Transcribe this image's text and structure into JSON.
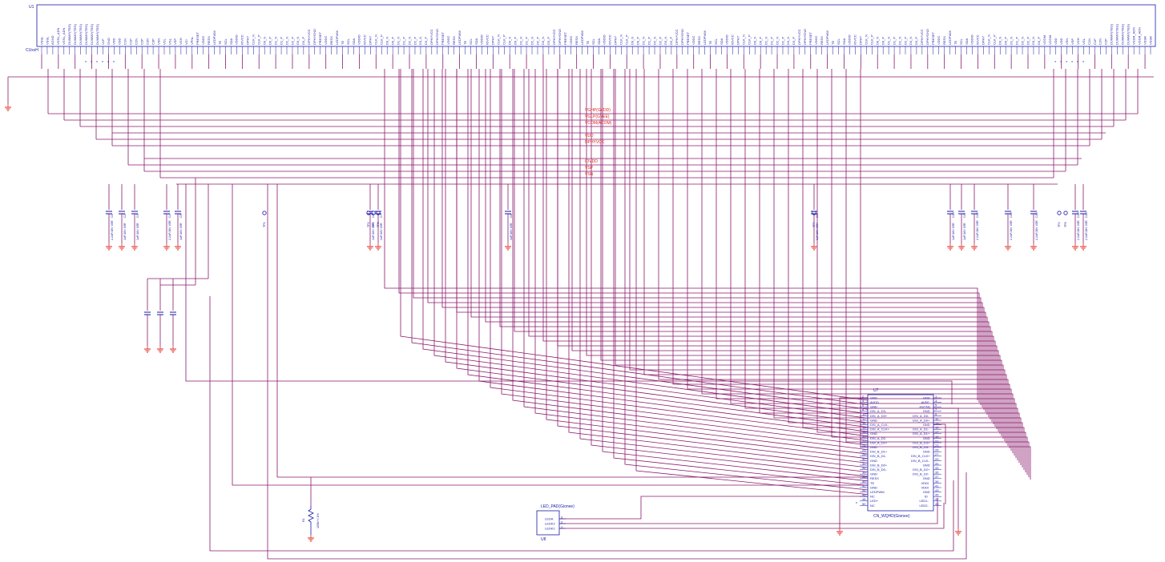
{
  "u1": {
    "refdes": "U1",
    "connector_label": "CUxxH",
    "pins_left": [
      "VSSL",
      "VSSL",
      "AGND",
      "VGSL_ADN",
      "VGSL_ADN",
      "DUMMY(TEG)",
      "DUMMY(TEG)",
      "DUMMY(TEG)",
      "DUMMY(TEG)",
      "DUMMY(TEG)",
      "DUMMY(TEG)",
      "VLP",
      "GND",
      "VDD",
      "VDD",
      "C1N",
      "C1P",
      "C2N",
      "C2P",
      "C3N",
      "C3P",
      "VSN",
      "VCL",
      "VGL",
      "VSP",
      "VGH",
      "VCI",
      "VPNL"
    ],
    "pins_mid": [
      "PRESET",
      "VDDC",
      "RESX",
      "LEDPWM",
      "TE",
      "SCL",
      "SDA",
      "VDDIO",
      "IOVCC",
      "DPHY",
      "CLK_N",
      "CLK_P",
      "D0_N",
      "D0_P",
      "D1_N",
      "D1_P",
      "D2_N",
      "D2_P",
      "D3_N",
      "D3_P",
      "DPHYVCC",
      "DPHYGND"
    ],
    "pins_right": [
      "VCOM",
      "VCOM",
      "VDD",
      "VDD",
      "VSN",
      "VSP",
      "VGH",
      "VGL",
      "C1N",
      "C1P",
      "C2N",
      "C2P",
      "DUMMY(TEG)",
      "DUMMY(TEG)",
      "DUMMY(TEG)",
      "DUMMY(TEG)",
      "VGSR_ADN",
      "VGSR_ADN",
      "VSSR",
      "VSSR"
    ]
  },
  "nets": [
    "VGHP(GVDD)",
    "VGLP(GVEE)",
    "VCOM(ACOM)",
    "VDD",
    "DPHYVCC",
    "IOVDD",
    "VSP",
    "VSN"
  ],
  "caps": [
    {
      "ref": "C1",
      "val": "2.2uF/16V X5R"
    },
    {
      "ref": "C2",
      "val": "1uF/16V X5R"
    },
    {
      "ref": "C3",
      "val": "1uF/16V X5R"
    },
    {
      "ref": "C4",
      "val": "2.2uF/16V X5R"
    },
    {
      "ref": "C5",
      "val": "1uF/16V X5R"
    },
    {
      "ref": "C6",
      "val": "1uF/16V X5R"
    },
    {
      "ref": "C7",
      "val": "1uF/16V X5R"
    },
    {
      "ref": "C8",
      "val": "1uF/16V X5R"
    },
    {
      "ref": "C9",
      "val": "1uF/16V X5R"
    },
    {
      "ref": "C10",
      "val": "1uF/16V X5R"
    },
    {
      "ref": "C11",
      "val": "1uF/16V X5R"
    },
    {
      "ref": "C12",
      "val": "2.2uF/16V X5R"
    },
    {
      "ref": "C13",
      "val": "2.2uF/16V X5R"
    },
    {
      "ref": "C14",
      "val": "2.2uF/16V X5R"
    },
    {
      "ref": "C15",
      "val": "2.2uF/16V X5R"
    },
    {
      "ref": "C16",
      "val": "2.2uF/16V X5R"
    }
  ],
  "testpoints": [
    "TP1",
    "TP2",
    "TP3",
    "TP4",
    "TP5",
    "TP6",
    "TP7"
  ],
  "u7": {
    "refdes": "U7",
    "name": "CN_WQHD(Gionee)",
    "left_pins": [
      {
        "num": "2",
        "name": "GND"
      },
      {
        "num": "4",
        "name": "AVDD"
      },
      {
        "num": "6",
        "name": "GND"
      },
      {
        "num": "8",
        "name": "DSI_A_D3-"
      },
      {
        "num": "10",
        "name": "DSI_A_D3+"
      },
      {
        "num": "12",
        "name": "GND"
      },
      {
        "num": "14",
        "name": "DSI_A_CLK-"
      },
      {
        "num": "16",
        "name": "DSI_A_CLK+"
      },
      {
        "num": "18",
        "name": "GND"
      },
      {
        "num": "20",
        "name": "DSI_A_D2-"
      },
      {
        "num": "22",
        "name": "DSI_A_D2+"
      },
      {
        "num": "24",
        "name": "GND"
      },
      {
        "num": "26",
        "name": "DSI_B_D1+"
      },
      {
        "num": "28",
        "name": "DSI_B_D1-"
      },
      {
        "num": "30",
        "name": "GND"
      },
      {
        "num": "32",
        "name": "DSI_B_D0+"
      },
      {
        "num": "34",
        "name": "DSI_B_D0-"
      },
      {
        "num": "36",
        "name": "GND"
      },
      {
        "num": "38",
        "name": "RESX"
      },
      {
        "num": "40",
        "name": "TE"
      },
      {
        "num": "42",
        "name": "GND"
      },
      {
        "num": "44",
        "name": "LEDPWM"
      },
      {
        "num": "46",
        "name": "NC"
      },
      {
        "num": "48",
        "name": "LED+"
      },
      {
        "num": "50",
        "name": "NC"
      }
    ],
    "right_pins": [
      {
        "num": "1",
        "name": "GND"
      },
      {
        "num": "3",
        "name": "AVEE"
      },
      {
        "num": "5",
        "name": "HSYNC"
      },
      {
        "num": "7",
        "name": "GND"
      },
      {
        "num": "9",
        "name": "DSI_A_D0-"
      },
      {
        "num": "11",
        "name": "DSI_A_D0+"
      },
      {
        "num": "13",
        "name": "GND"
      },
      {
        "num": "15",
        "name": "DSI_A_D1-"
      },
      {
        "num": "17",
        "name": "DSI_A_D1+"
      },
      {
        "num": "19",
        "name": "GND"
      },
      {
        "num": "21",
        "name": "DSI_B_D3+"
      },
      {
        "num": "23",
        "name": "DSI_B_D3-"
      },
      {
        "num": "25",
        "name": "GND"
      },
      {
        "num": "27",
        "name": "DSI_B_CLK+"
      },
      {
        "num": "29",
        "name": "DSI_B_CLK-"
      },
      {
        "num": "31",
        "name": "GND"
      },
      {
        "num": "33",
        "name": "DSI_B_D2+"
      },
      {
        "num": "35",
        "name": "DSI_B_D2-"
      },
      {
        "num": "37",
        "name": "GND"
      },
      {
        "num": "39",
        "name": "VDDI"
      },
      {
        "num": "41",
        "name": "VDDI"
      },
      {
        "num": "43",
        "name": "GND"
      },
      {
        "num": "45",
        "name": "ID"
      },
      {
        "num": "47",
        "name": "LED1-"
      },
      {
        "num": "49",
        "name": "LED2-"
      }
    ]
  },
  "u8": {
    "refdes": "U8",
    "name": "LED_PAD(Gionee)",
    "pins": [
      {
        "num": "3",
        "name": "LEDA"
      },
      {
        "num": "2",
        "name": "LEDK2"
      },
      {
        "num": "1",
        "name": "LEDK1"
      }
    ]
  },
  "r1": {
    "refdes": "R1",
    "val": "100K/+/-1%"
  },
  "colors": {
    "wire": "#8b1a6b",
    "part": "#1a1aa8",
    "net_label": "#e0261c",
    "ground": "#e0261c",
    "background": "#ffffff"
  }
}
